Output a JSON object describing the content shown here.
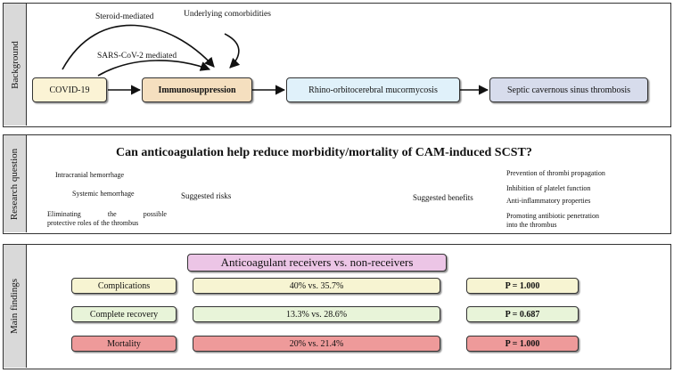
{
  "colors": {
    "covid_fill": "#fbf3d5",
    "immuno_fill": "#f5dfbf",
    "rhino_fill": "#e0f1fa",
    "septic_fill": "#d7dcec",
    "findings_header_fill": "#ecc5e6",
    "complications_fill": "#f7f4d2",
    "recovery_fill": "#e8f4d9",
    "mortality_fill": "#ee9a9a",
    "tab_fill": "#d9d9d9"
  },
  "background": {
    "tab_label": "Background",
    "covid": "COVID-19",
    "immunosuppression": "Immunosuppression",
    "rhino": "Rhino-orbitocerebral mucormycosis",
    "septic": "Septic cavernous sinus thrombosis",
    "steroid": "Steroid-mediated",
    "sarscov2": "SARS-CoV-2 mediated",
    "comorbidities": "Underlying comorbidities"
  },
  "research": {
    "tab_label": "Research question",
    "question": "Can anticoagulation help reduce morbidity/mortality of CAM-induced SCST?",
    "risks_label": "Suggested risks",
    "benefits_label": "Suggested benefits",
    "risks": [
      "Intracranial hemorrhage",
      "Systemic hemorrhage"
    ],
    "risk3_line1_a": "Eliminating",
    "risk3_line1_b": "the",
    "risk3_line1_c": "possible",
    "risk3_line2": "protective roles of the thrombus",
    "benefits": [
      "Prevention of thrombi propagation",
      "Inhibition of platelet function",
      "Anti-inflammatory properties",
      "Promoting antibiotic penetration",
      "into the thrombus"
    ]
  },
  "findings": {
    "tab_label": "Main findings",
    "header": "Anticoagulant receivers vs. non-receivers",
    "rows": [
      {
        "label": "Complications",
        "comparison": "40% vs. 35.7%",
        "p": "P = 1.000"
      },
      {
        "label": "Complete recovery",
        "comparison": "13.3% vs. 28.6%",
        "p": "P = 0.687"
      },
      {
        "label": "Mortality",
        "comparison": "20% vs. 21.4%",
        "p": "P = 1.000"
      }
    ]
  }
}
